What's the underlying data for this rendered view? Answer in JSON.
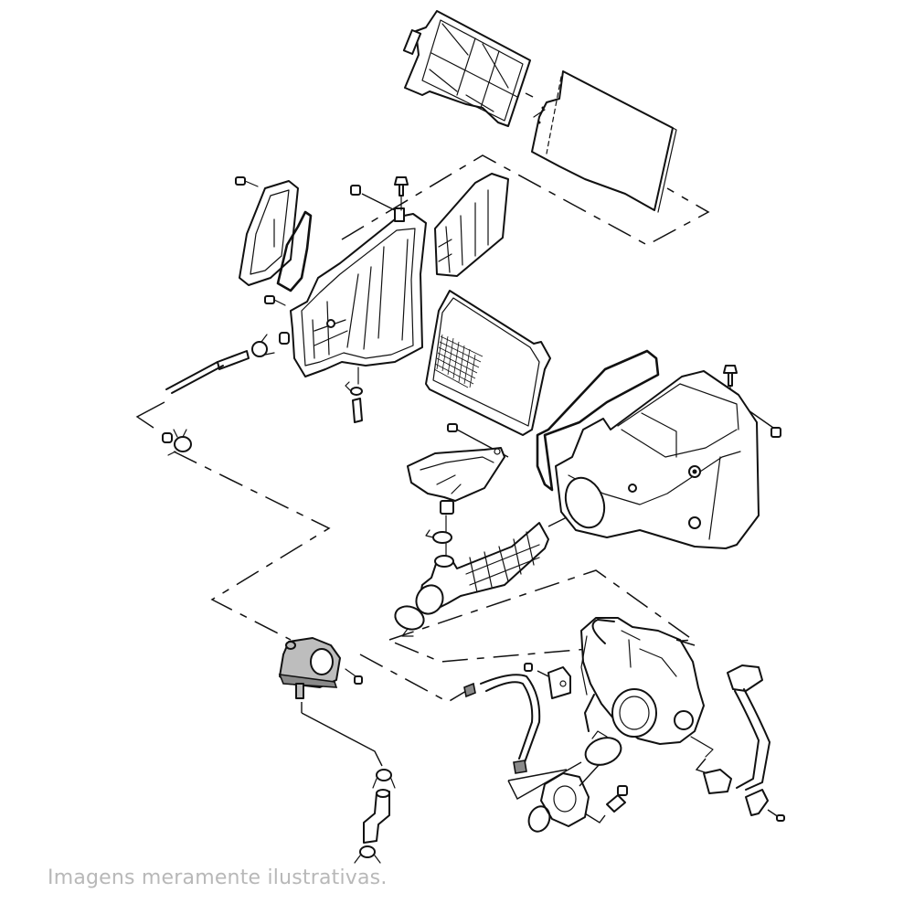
{
  "caption": "Imagens meramente ilustrativas.",
  "diagram": {
    "type": "exploded-parts-view",
    "subject": "air intake / air filter box and throttle body assembly",
    "line_color": "#111111",
    "caption_color": "#b8b8b8",
    "parts": [
      {
        "id": "filter-cover-grid",
        "label": "air filter cover (ribbed frame)"
      },
      {
        "id": "filter-element",
        "label": "air filter element (panel)"
      },
      {
        "id": "upper-housing",
        "label": "air box upper housing"
      },
      {
        "id": "intake-duct-bellows",
        "label": "intake duct (bellows)"
      },
      {
        "id": "side-cover",
        "label": "side cover plate"
      },
      {
        "id": "side-gasket",
        "label": "side gasket"
      },
      {
        "id": "housing-seal",
        "label": "housing seal / screen"
      },
      {
        "id": "lower-air-box",
        "label": "air box lower case"
      },
      {
        "id": "box-gasket",
        "label": "air box gasket"
      },
      {
        "id": "resonator-cap",
        "label": "resonator cap"
      },
      {
        "id": "intake-tube-mesh",
        "label": "intake tube with mesh"
      },
      {
        "id": "drain-tube",
        "label": "drain tube"
      },
      {
        "id": "pump-valve",
        "label": "valve / pump unit"
      },
      {
        "id": "elbow-hose",
        "label": "elbow hose"
      },
      {
        "id": "throttle-body",
        "label": "throttle body"
      },
      {
        "id": "breather-hose-left",
        "label": "breather hose (left)"
      },
      {
        "id": "breather-hose-right",
        "label": "breather hose (right)"
      },
      {
        "id": "mount-bracket",
        "label": "mounting bracket"
      },
      {
        "id": "sensor-bracket",
        "label": "sensor bracket"
      },
      {
        "id": "insulator-flange",
        "label": "intake insulator flange"
      },
      {
        "id": "o-ring",
        "label": "O-ring"
      },
      {
        "id": "hose-clamps",
        "label": "hose clamps"
      },
      {
        "id": "bolts",
        "label": "bolts / screws"
      }
    ]
  }
}
